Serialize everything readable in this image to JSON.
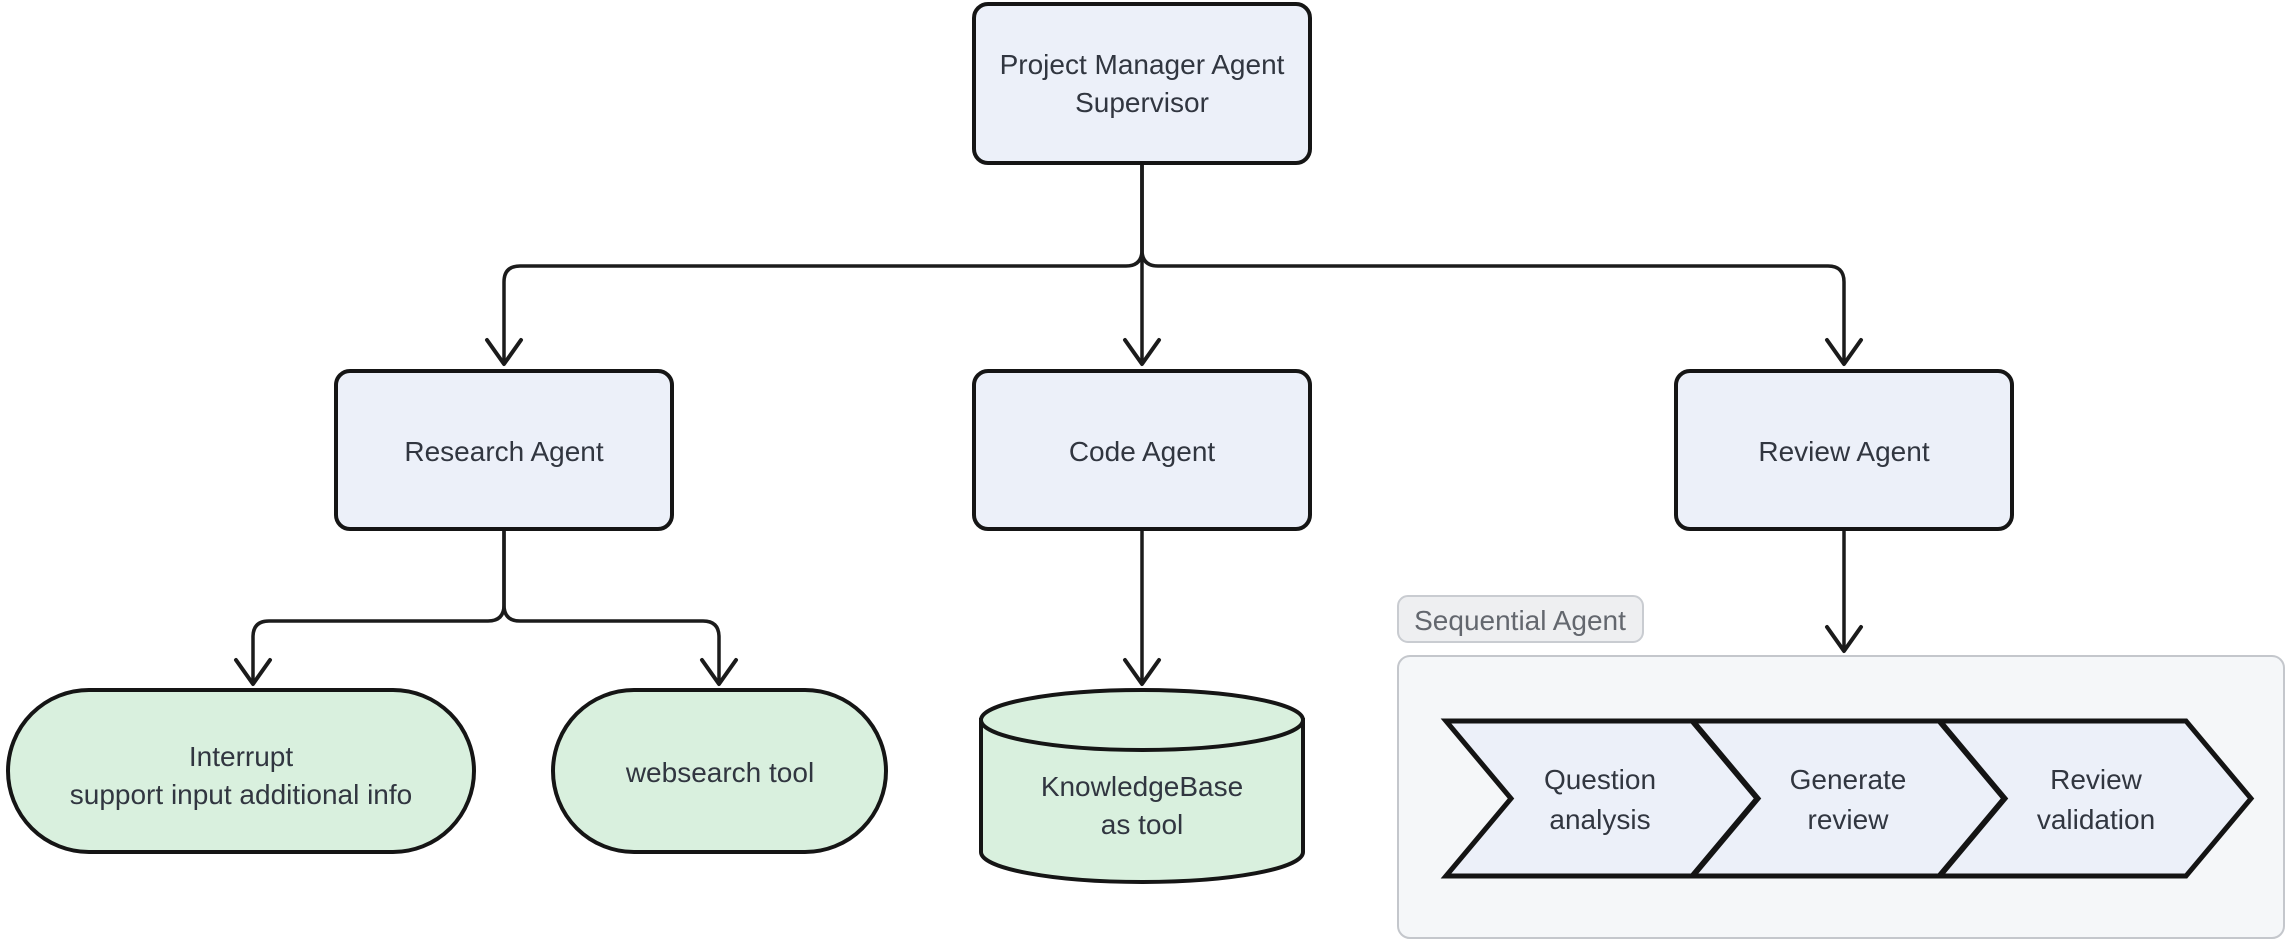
{
  "diagram": {
    "type": "flowchart",
    "direction": "top-down",
    "nodes": {
      "supervisor": {
        "shape": "rect",
        "line1": "Project Manager Agent",
        "line2": "Supervisor"
      },
      "research": {
        "shape": "rect",
        "label": "Research Agent"
      },
      "code": {
        "shape": "rect",
        "label": "Code Agent"
      },
      "review": {
        "shape": "rect",
        "label": "Review Agent"
      },
      "interrupt": {
        "shape": "stadium",
        "line1": "Interrupt",
        "line2": "support input additional info"
      },
      "websearch": {
        "shape": "stadium",
        "label": "websearch tool"
      },
      "knowledgebase": {
        "shape": "cylinder",
        "line1": "KnowledgeBase",
        "line2": "as tool"
      }
    },
    "subgraph": {
      "label": "Sequential Agent",
      "steps": [
        {
          "line1": "Question",
          "line2": "analysis"
        },
        {
          "line1": "Generate",
          "line2": "review"
        },
        {
          "line1": "Review",
          "line2": "validation"
        }
      ]
    },
    "edges": [
      {
        "from": "supervisor",
        "to": "research"
      },
      {
        "from": "supervisor",
        "to": "code"
      },
      {
        "from": "supervisor",
        "to": "review"
      },
      {
        "from": "research",
        "to": "interrupt"
      },
      {
        "from": "research",
        "to": "websearch"
      },
      {
        "from": "code",
        "to": "knowledgebase"
      },
      {
        "from": "review",
        "to": "sequential-agent"
      }
    ],
    "colors": {
      "node_fill_blue": "#ecf0f9",
      "node_fill_green": "#d9f0de",
      "node_border": "#151515",
      "edge": "#1b1b1b",
      "text": "#313640",
      "subgraph_fill": "#f5f7f9",
      "subgraph_border": "#c4c7cc",
      "badge_fill": "#eeeff1",
      "badge_border": "#c9ccd1",
      "badge_text": "#63676e",
      "background": "#ffffff"
    }
  }
}
